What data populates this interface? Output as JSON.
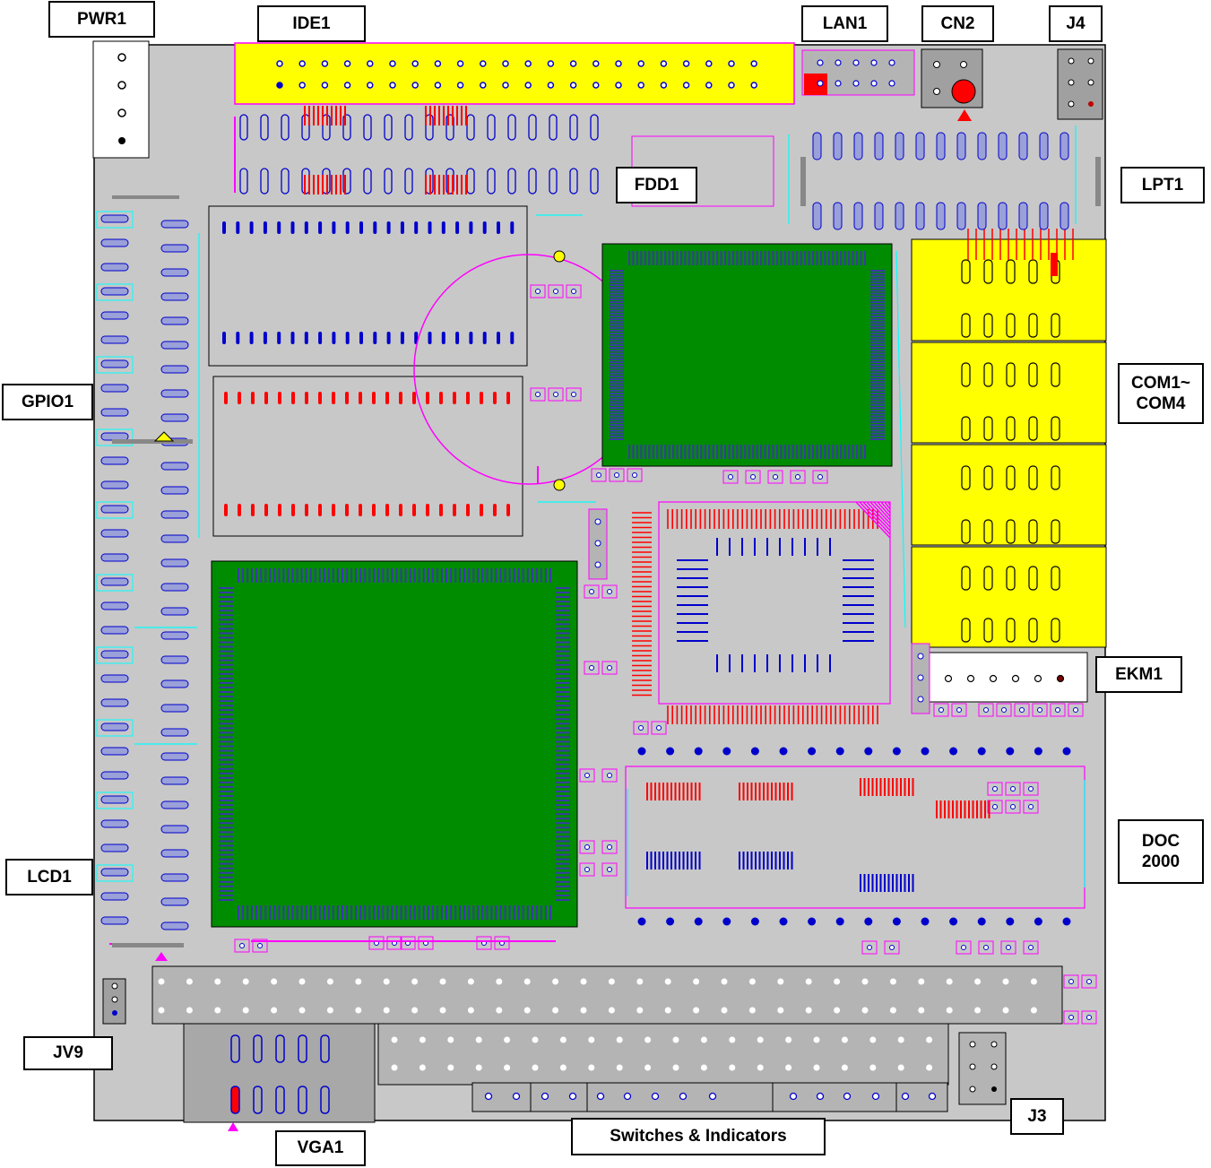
{
  "colors": {
    "board": "#c8c8c8",
    "connector_yellow": "#ffff00",
    "chip_green": "#008c00",
    "trace_magenta": "#ff00ff",
    "outline_cyan": "#00ffff",
    "pin_red": "#ff0000",
    "pin_blue": "#0000cc",
    "header_gray": "#b4b4b4"
  },
  "labels": {
    "pwr1": "PWR1",
    "ide1": "IDE1",
    "lan1": "LAN1",
    "cn2": "CN2",
    "j4": "J4",
    "fdd1": "FDD1",
    "lpt1": "LPT1",
    "gpio1": "GPIO1",
    "com": "COM1~\nCOM4",
    "ekm1": "EKM1",
    "doc2000": "DOC\n2000",
    "lcd1": "LCD1",
    "jv9": "JV9",
    "j3": "J3",
    "vga1": "VGA1",
    "switches": "Switches & Indicators"
  }
}
